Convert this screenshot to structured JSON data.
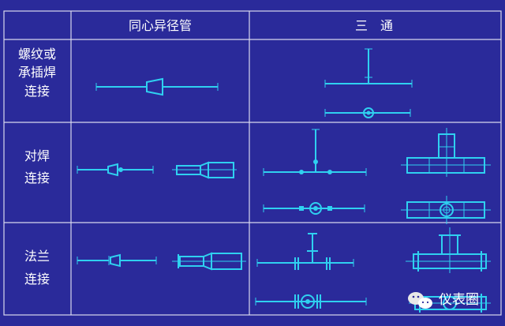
{
  "table": {
    "headers": [
      "",
      "同心异径管",
      "三　通"
    ],
    "rows": [
      {
        "label_lines": [
          "螺纹或",
          "承插焊",
          "连接"
        ]
      },
      {
        "label_lines": [
          "对焊",
          "连接"
        ]
      },
      {
        "label_lines": [
          "法兰",
          "连接"
        ]
      }
    ]
  },
  "watermark": {
    "text": "仪表圈"
  },
  "colors": {
    "background": "#2a2a9a",
    "symbol": "#2fd0f0",
    "text": "#ffffff",
    "grid": "#d8d8ee"
  }
}
